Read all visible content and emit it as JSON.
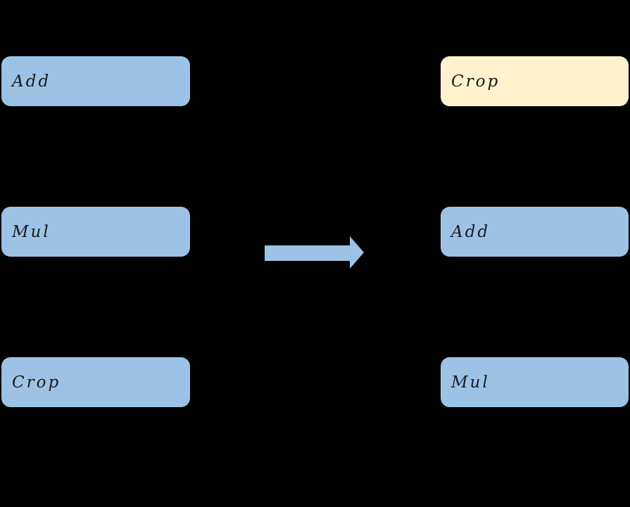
{
  "colors": {
    "background": "#000000",
    "node_blue": "#9CC3E5",
    "node_yellow": "#FFF2CC",
    "arrow": "#9CC3E5",
    "node_text": "#1A1A1A"
  },
  "left_column": {
    "nodes": [
      {
        "label": "Add",
        "color": "blue"
      },
      {
        "label": "Mul",
        "color": "blue"
      },
      {
        "label": "Crop",
        "color": "blue"
      }
    ]
  },
  "right_column": {
    "nodes": [
      {
        "label": "Crop",
        "color": "yellow"
      },
      {
        "label": "Add",
        "color": "blue"
      },
      {
        "label": "Mul",
        "color": "blue"
      }
    ]
  },
  "arrow": {
    "direction": "right"
  }
}
